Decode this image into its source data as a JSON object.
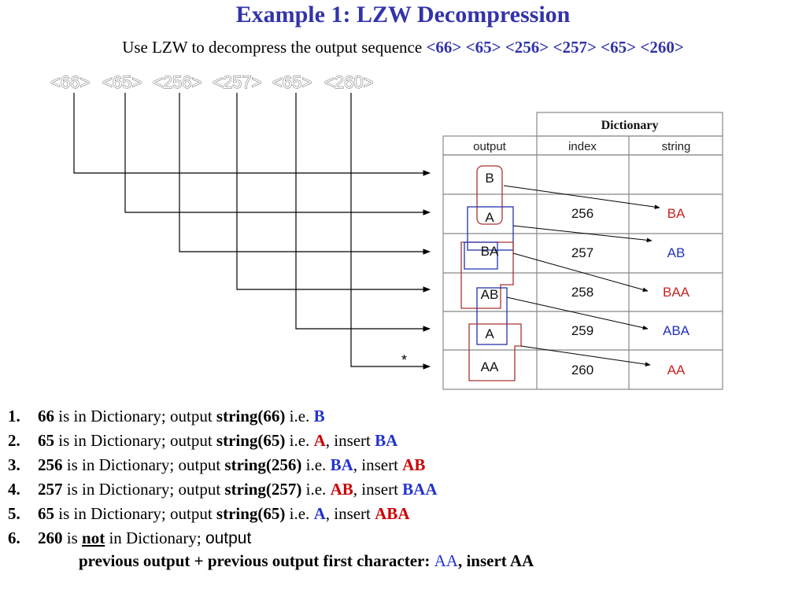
{
  "title": "Example 1: LZW Decompression",
  "subtitle": {
    "text": "Use LZW to decompress the output sequence",
    "sequence": "<66> <65> <256> <257> <65> <260>"
  },
  "codes": [
    "<66>",
    "<65>",
    "<256>",
    "<257>",
    "<65>",
    "<260>"
  ],
  "star": "*",
  "dictionary": {
    "title": "Dictionary",
    "headers": {
      "output": "output",
      "index": "index",
      "string": "string"
    },
    "rows": [
      {
        "output": "B",
        "index": "",
        "string": ""
      },
      {
        "output": "A",
        "index": "256",
        "string": "BA"
      },
      {
        "output": "BA",
        "index": "257",
        "string": "AB"
      },
      {
        "output": "AB",
        "index": "258",
        "string": "BAA"
      },
      {
        "output": "A",
        "index": "259",
        "string": "ABA"
      },
      {
        "output": "AA",
        "index": "260",
        "string": "AA"
      }
    ]
  },
  "steps": [
    {
      "num": "1.",
      "code": "66",
      "text": "is in Dictionary; output",
      "func": "string(66)",
      "ie": "i.e.",
      "out": "B",
      "sep": "",
      "insert": ""
    },
    {
      "num": "2.",
      "code": "65",
      "text": "is in Dictionary; output",
      "func": "string(65)",
      "ie": "i.e.",
      "out": "A",
      "sep": ", insert",
      "insert": "BA"
    },
    {
      "num": "3.",
      "code": "256",
      "text": "is in Dictionary; output",
      "func": "string(256)",
      "ie": "i.e.",
      "out": "BA",
      "sep": ", insert",
      "insert": "AB"
    },
    {
      "num": "4.",
      "code": "257",
      "text": "is in Dictionary; output",
      "func": "string(257)",
      "ie": "i.e.",
      "out": "AB",
      "sep": ", insert",
      "insert": "BAA"
    },
    {
      "num": "5.",
      "code": "65",
      "text": "is in Dictionary; output",
      "func": "string(65)",
      "ie": "i.e.",
      "out": "A",
      "sep": ", insert",
      "insert": "ABA"
    }
  ],
  "step6": {
    "num": "6.",
    "code": "260",
    "is": "is",
    "not": "not",
    "rest": "in Dictionary;",
    "output": "output"
  },
  "note": {
    "text": "previous output + previous output first character:",
    "value": "AA",
    "insert": ", insert AA"
  },
  "colors": {
    "title": "#3333aa",
    "red": "#cc0000",
    "blue": "#2233cc"
  }
}
